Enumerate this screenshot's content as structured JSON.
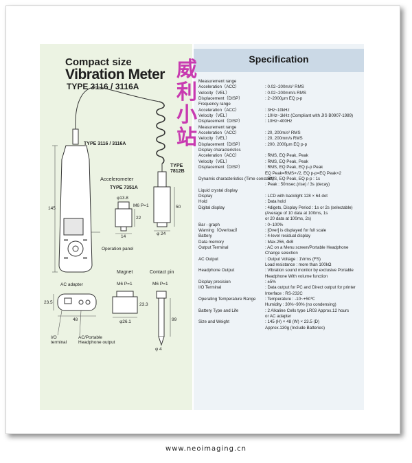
{
  "header": {
    "line1": "Compact size",
    "line2": "Vibration Meter",
    "line3": "TYPE 3116 / 3116A"
  },
  "spec_title": "Specification",
  "watermark": [
    "威",
    "利",
    "小",
    "站"
  ],
  "diagram_labels": {
    "main_type": "TYPE 3116 / 3116A",
    "probe_type_1": "TYPE",
    "probe_type_2": "7812B",
    "accelerometer": "Accelerometer",
    "accel_type": "TYPE 7351A",
    "dim_138": "φ13.8",
    "m6": "M6 P=1",
    "dim_22": "22",
    "dim_14": "14",
    "dim_145": "145",
    "dim_50": "50",
    "dim_24": "φ 24",
    "operation_panel": "Operation panel",
    "magnet": "Magnet",
    "contact_pin": "Contact pin",
    "magnet_m6": "M6 P=1",
    "pin_m6": "M6 P=1",
    "ac_adapter": "AC adapter",
    "dim_235": "23.5",
    "dim_48": "48",
    "io_terminal": "I/O terminal",
    "ac_portable": "AC/Portable",
    "headphone_output": "Headphone output",
    "dim_261": "φ26.1",
    "dim_233": "23.3",
    "dim_4": "φ 4",
    "dim_99": "99"
  },
  "spec_rows": [
    {
      "k": "Measurement range",
      "v": ""
    },
    {
      "k": "      Acceleration（ACC）",
      "v": ": 0.02~200m/s² RMS"
    },
    {
      "k": "      Velocity（VEL）",
      "v": ": 0.02~200mm/s RMS"
    },
    {
      "k": "      Displacement（DISP）",
      "v": ": 2~2000μm EQ p-p"
    },
    {
      "k": "Frequency range",
      "v": ""
    },
    {
      "k": "      Acceleration（ACC）",
      "v": ": 3Hz~10kHz"
    },
    {
      "k": "      Velocity（VEL）",
      "v": ": 10Hz~1kHz (Compliant with JIS B0907-1989)"
    },
    {
      "k": "      Displacement（DISP）",
      "v": ": 10Hz~400Hz"
    },
    {
      "k": "Measurement range",
      "v": ""
    },
    {
      "k": "      Acceleration（ACC）",
      "v": ": 20, 200m/s² RMS"
    },
    {
      "k": "      Velocity（VEL）",
      "v": ": 20, 200mm/s RMS"
    },
    {
      "k": "      Displacement（DISP）",
      "v": ": 200, 2000μm EQ p-p"
    },
    {
      "k": "Display characteristics",
      "v": ""
    },
    {
      "k": "      Acceleration（ACC）",
      "v": ": RMS, EQ Peak, Peak"
    },
    {
      "k": "      Velocity（VEL）",
      "v": ": RMS, EQ Peak, Peak"
    },
    {
      "k": "      Displacement（DISP）",
      "v": ": RMS, EQ Peak, EQ p-p Peak"
    },
    {
      "k": "",
      "v": "  EQ Peak=RMS×√2,  EQ p-p=EQ Peak×2"
    },
    {
      "k": "Dynamic characteristics (Time constant)",
      "v": ": RMS, EQ Peak, EQ p-p : 1s"
    },
    {
      "k": "",
      "v": ": Peak : 50msec.(rise) / 3s (decay)"
    },
    {
      "k": "Liquid crystal display",
      "v": ""
    },
    {
      "k": "      Display",
      "v": ": LCD with backlight 128 × 64 dot"
    },
    {
      "k": "      Hold",
      "v": ": Data hold"
    },
    {
      "k": "      Digital display",
      "v": ": 4digets, Display Period : 1s or 2s (selectable)"
    },
    {
      "k": "",
      "v": "   (Average of 10 data at 100ms, 1s"
    },
    {
      "k": "",
      "v": "            or 20 data at 100ms, 2s)"
    },
    {
      "k": "      Bar - graph",
      "v": ": 0~100%"
    },
    {
      "k": "      Warning（Overload）",
      "v": ": [Over] is displayed for full scale"
    },
    {
      "k": "      Battery",
      "v": ": 4-level residual display"
    },
    {
      "k": "      Data memory",
      "v": ": Max.256, 4kB"
    },
    {
      "k": "Output Terminal",
      "v": ": AC on a Menu screen/Portable Headphone"
    },
    {
      "k": "",
      "v": "   Change selection"
    },
    {
      "k": "      AC Output",
      "v": ": Output Voltage  : 1Vrms (FS)"
    },
    {
      "k": "",
      "v": "   Load resistance : more than 100kΩ"
    },
    {
      "k": "      Headphone Output",
      "v": ": Vibration sound monitor by exclusive Portable"
    },
    {
      "k": "",
      "v": "   Headphone With volume function"
    },
    {
      "k": "Display precision",
      "v": ": ±5%"
    },
    {
      "k": "I/O Terminal",
      "v": ": Data output for PC and Direct output for printer"
    },
    {
      "k": "",
      "v": "   Interface : RS-232C"
    },
    {
      "k": "Operating Temperature Range",
      "v": ": Temperature : -10~+50℃"
    },
    {
      "k": "",
      "v": "   Humidity : 30%~90% (no condensing)"
    },
    {
      "k": "Battery Type and Life",
      "v": ": 2 Alkaline Cells type LR03  Approx.12 hours"
    },
    {
      "k": "",
      "v": "   or AC adapter"
    },
    {
      "k": "Size and Weight",
      "v": ": 145 (H) × 48 (W) × 23.5 (D)"
    },
    {
      "k": "",
      "v": "   Approx.130g (Include Batteries)"
    }
  ],
  "footer": "www.neoimaging.cn"
}
